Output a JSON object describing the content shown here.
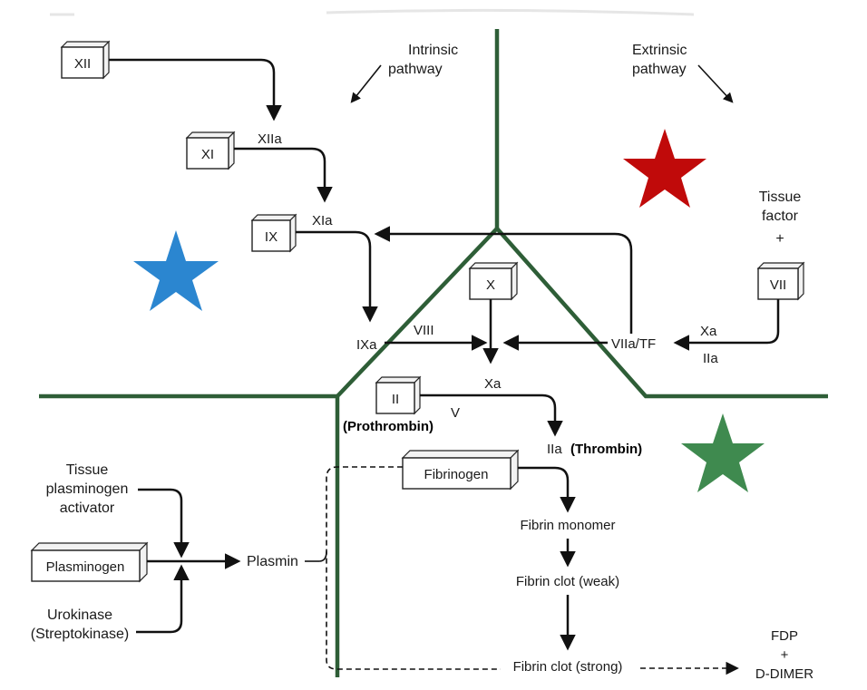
{
  "pathways": {
    "intrinsic": [
      "Intrinsic",
      "pathway"
    ],
    "extrinsic": [
      "Extrinsic",
      "pathway"
    ]
  },
  "factors": {
    "xii": "XII",
    "xi": "XI",
    "ix": "IX",
    "x": "X",
    "ii": "II",
    "vii": "VII",
    "fibrinogen": "Fibrinogen",
    "plasminogen": "Plasminogen"
  },
  "labels": {
    "xiia": "XIIa",
    "xia": "XIa",
    "ixa": "IXa",
    "viii": "VIII",
    "xa_center": "Xa",
    "v": "V",
    "iia": "IIa",
    "thrombin": "(Thrombin)",
    "prothrombin": "(Prothrombin)",
    "viia_tf": "VIIa/TF",
    "xa_right": "Xa",
    "iia_right": "IIa",
    "tissue_factor": [
      "Tissue",
      "factor",
      "+"
    ],
    "tpa": [
      "Tissue",
      "plasminogen",
      "activator"
    ],
    "urokinase": [
      "Urokinase",
      "(Streptokinase)"
    ],
    "plasmin": "Plasmin",
    "fibrin_monomer": "Fibrin monomer",
    "fibrin_weak": "Fibrin clot (weak)",
    "fibrin_strong": "Fibrin clot (strong)",
    "fdp": [
      "FDP",
      "+",
      "D-DIMER"
    ]
  },
  "colors": {
    "divider": "#2e5e37",
    "star_blue": "#2b86d0",
    "star_red": "#c00a0a",
    "star_green": "#3f8a4f"
  }
}
